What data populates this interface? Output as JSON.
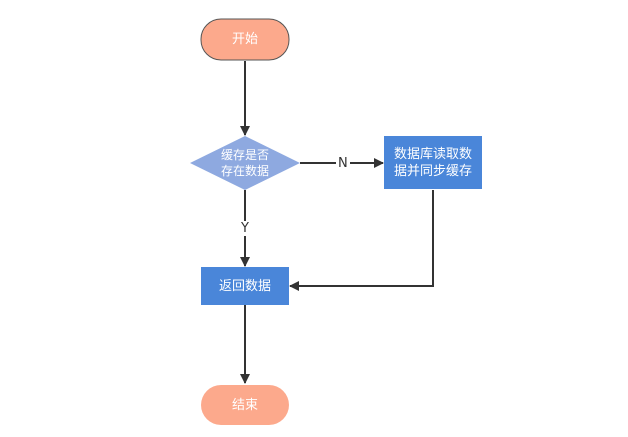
{
  "colors": {
    "terminal_fill": "#fca98c",
    "terminal_stroke": "#555555",
    "decision_fill": "#8ea9e0",
    "process_fill": "#4a86d9",
    "arrow": "#333333",
    "text": "#ffffff"
  },
  "nodes": {
    "start": {
      "label": "开始"
    },
    "decision": {
      "label": "缓存是否\n存在数据"
    },
    "db_read": {
      "label": "数据库读取数\n据并同步缓存"
    },
    "return": {
      "label": "返回数据"
    },
    "end": {
      "label": "结束"
    }
  },
  "edges": {
    "no_label": "N",
    "yes_label": "Y"
  }
}
